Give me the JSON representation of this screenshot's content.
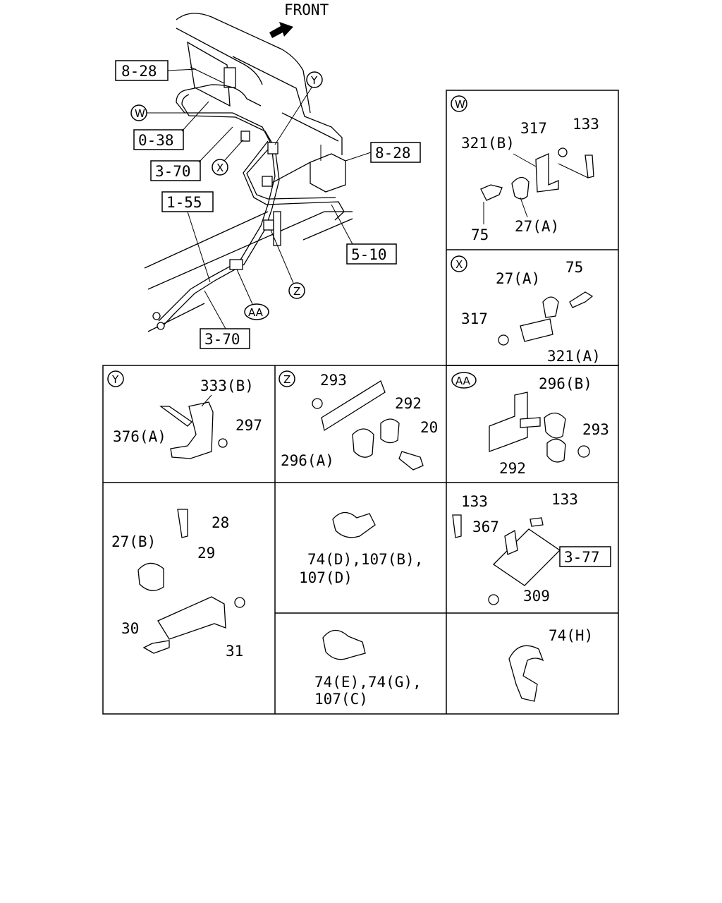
{
  "front_label": "FRONT",
  "main_view": {
    "refs": [
      "8-28",
      "0-38",
      "3-70",
      "1-55",
      "8-28",
      "5-10",
      "3-70"
    ],
    "callouts": [
      "W",
      "X",
      "Y",
      "Z",
      "AA"
    ]
  },
  "panels": {
    "W": {
      "tag": "W",
      "parts": [
        "321(B)",
        "317",
        "133",
        "75",
        "27(A)"
      ]
    },
    "X": {
      "tag": "X",
      "parts": [
        "27(A)",
        "75",
        "317",
        "321(A)"
      ]
    },
    "Y": {
      "tag": "Y",
      "parts": [
        "333(B)",
        "376(A)",
        "297"
      ]
    },
    "Z": {
      "tag": "Z",
      "parts": [
        "293",
        "292",
        "20",
        "296(A)"
      ]
    },
    "AA": {
      "tag": "AA",
      "parts": [
        "296(B)",
        "293",
        "292"
      ]
    },
    "clip_bracket": {
      "parts": [
        "28",
        "27(B)",
        "29",
        "30",
        "31"
      ]
    },
    "clip_d": {
      "parts": [
        "74(D),107(B),",
        "107(D)"
      ]
    },
    "bracket_377": {
      "parts": [
        "133",
        "133",
        "367",
        "309"
      ],
      "ref": "3-77"
    },
    "clip_e": {
      "parts": [
        "74(E),74(G),",
        "107(C)"
      ]
    },
    "clip_h": {
      "parts": [
        "74(H)"
      ]
    }
  }
}
